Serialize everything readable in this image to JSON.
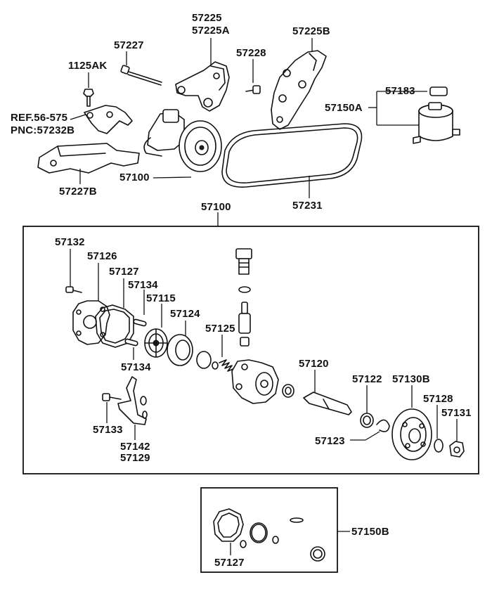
{
  "labels": {
    "p57225": "57225",
    "p57225a": "57225A",
    "p57225b": "57225B",
    "p57227": "57227",
    "p57228": "57228",
    "p1125ak": "1125AK",
    "ref_line1": "REF.56-575",
    "ref_line2": "PNC:57232B",
    "p57183": "57183",
    "p57150a": "57150A",
    "p57100_pump": "57100",
    "p57227b": "57227B",
    "p57231": "57231",
    "p57100_box": "57100",
    "p57132": "57132",
    "p57126": "57126",
    "p57127": "57127",
    "p57134_top": "57134",
    "p57115": "57115",
    "p57124": "57124",
    "p57125": "57125",
    "p57134_bot": "57134",
    "p57120": "57120",
    "p57122": "57122",
    "p57130b": "57130B",
    "p57128": "57128",
    "p57131": "57131",
    "p57133": "57133",
    "p57142": "57142",
    "p57129": "57129",
    "p57123": "57123",
    "p57150b": "57150B",
    "p57127_kit": "57127"
  },
  "style": {
    "line_color": "#111111",
    "background": "#ffffff"
  }
}
